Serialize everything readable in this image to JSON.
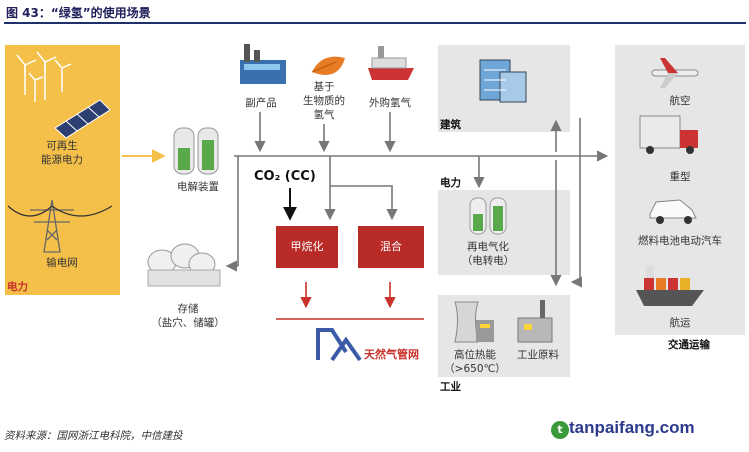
{
  "title": "图 43：“绿氢”的使用场景",
  "left_panel": {
    "renewable": "可再生\n能源电力",
    "grid": "输电网",
    "section": "电力"
  },
  "electrolyzer": "电解装置",
  "storage": "存储\n（盐穴、储罐）",
  "sources": {
    "byproduct": "副产品",
    "biomass": "基于\n生物质的\n氢气",
    "imported": "外购氢气"
  },
  "co2": "CO₂ (CC)",
  "methanation": "甲烷化",
  "mixing": "混合",
  "gas_grid": "天然气管网",
  "buildings": "建筑",
  "power": {
    "heading": "电力",
    "label": "再电气化\n（电转电）"
  },
  "industry": {
    "heat": "高位热能\n（>650℃）",
    "feedstock": "工业原料",
    "heading": "工业"
  },
  "transport": {
    "aviation": "航空",
    "heavy": "重型",
    "fcev": "燃料电池电动汽车",
    "shipping": "航运",
    "heading": "交通运输"
  },
  "source_note": "资料来源：国网浙江电科院，中信建投",
  "watermark": "tanpaifang.com",
  "colors": {
    "accent_red": "#b92b27",
    "panel_yellow": "#f5c04a",
    "panel_gray": "#e6e6e6",
    "arrow_gray": "#777777"
  }
}
